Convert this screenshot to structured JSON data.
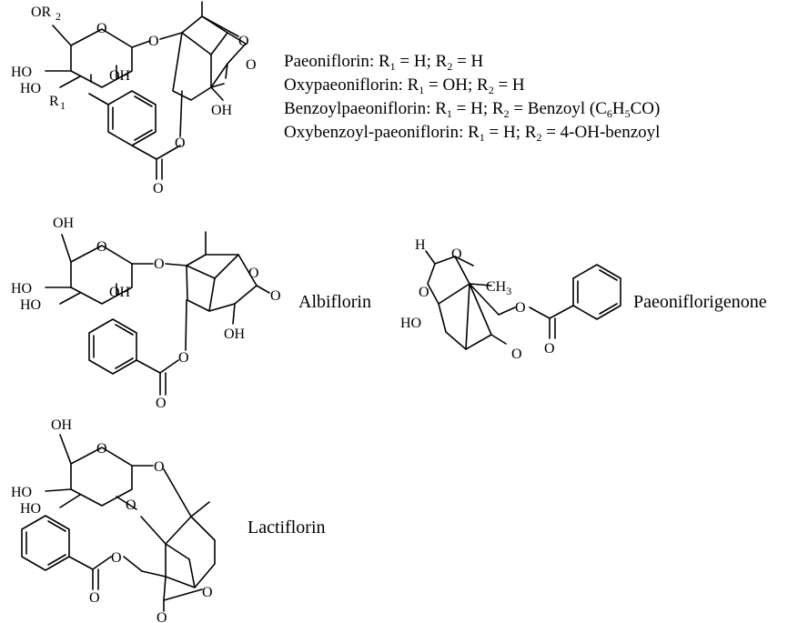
{
  "legend": {
    "paeoniflorin": {
      "name": "Paeoniflorin",
      "r1": "H",
      "r2": "H"
    },
    "oxypaeoniflorin": {
      "name": "Oxypaeoniflorin",
      "r1": "OH",
      "r2": "H"
    },
    "benzoylpaeoniflorin": {
      "name": "Benzoylpaeoniflorin",
      "r1": "H",
      "r2": "Benzoyl (C",
      "r2_tail_a": "H",
      "r2_tail_b": "CO)",
      "sub6": "6",
      "sub5": "5"
    },
    "oxybenzoyl": {
      "name": "Oxybenzoyl-paeoniflorin",
      "r1": "H",
      "r2": "4-OH-benzoyl"
    },
    "r": "R",
    "sub1": "1",
    "sub2": "2",
    "eq": " = ",
    "sep": "; ",
    "colon": ": "
  },
  "compounds": {
    "albiflorin": "Albiflorin",
    "paeoniflorigenone": "Paeoniflorigenone",
    "lactiflorin": "Lactiflorin"
  },
  "atoms": {
    "o": "O",
    "oh": "OH",
    "ho": "HO",
    "h": "H",
    "or2": "OR",
    "r1": "R",
    "ch3": "CH",
    "ho_dash": "HO"
  }
}
